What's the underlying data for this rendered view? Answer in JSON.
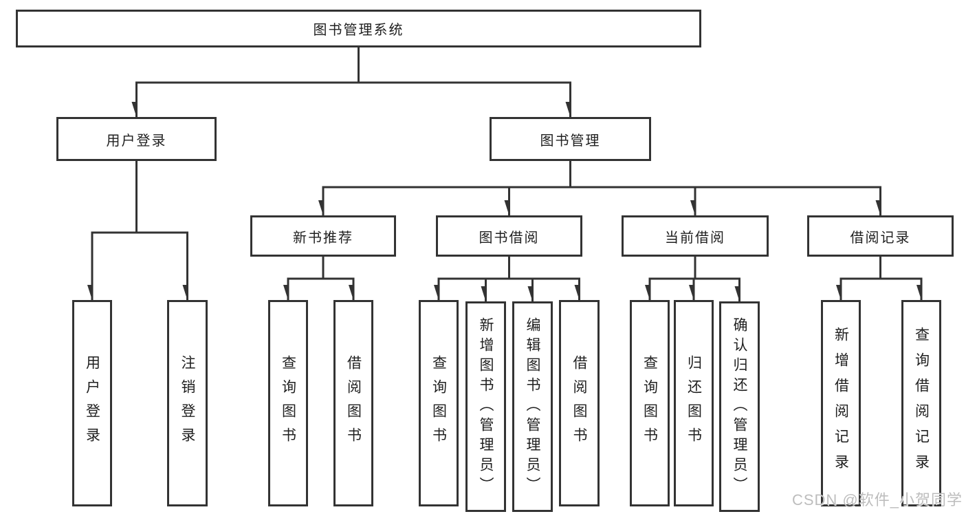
{
  "nodes": {
    "root": "图书管理系统",
    "user_login": "用户登录",
    "book_mgmt": "图书管理",
    "new_book_rec": "新书推荐",
    "book_borrow": "图书借阅",
    "current_borrow": "当前借阅",
    "borrow_record": "借阅记录",
    "ul_login": "用户登录",
    "ul_logout": "注销登录",
    "nbr_query": "查询图书",
    "nbr_borrow": "借阅图书",
    "bb_query": "查询图书",
    "bb_add": "新增图书（管理员）",
    "bb_edit": "编辑图书（管理员）",
    "bb_borrow": "借阅图书",
    "cb_query": "查询图书",
    "cb_return": "归还图书",
    "cb_confirm": "确认归还（管理员）",
    "br_add": "新增借阅记录",
    "br_query": "查询借阅记录"
  },
  "watermark": {
    "text": "CSDN @软件_小贺同学"
  },
  "colors": {
    "line": "#333333",
    "box_border": "#333333",
    "text": "#1f1f1f",
    "watermark": "#bdbdbd",
    "background": "#ffffff"
  }
}
